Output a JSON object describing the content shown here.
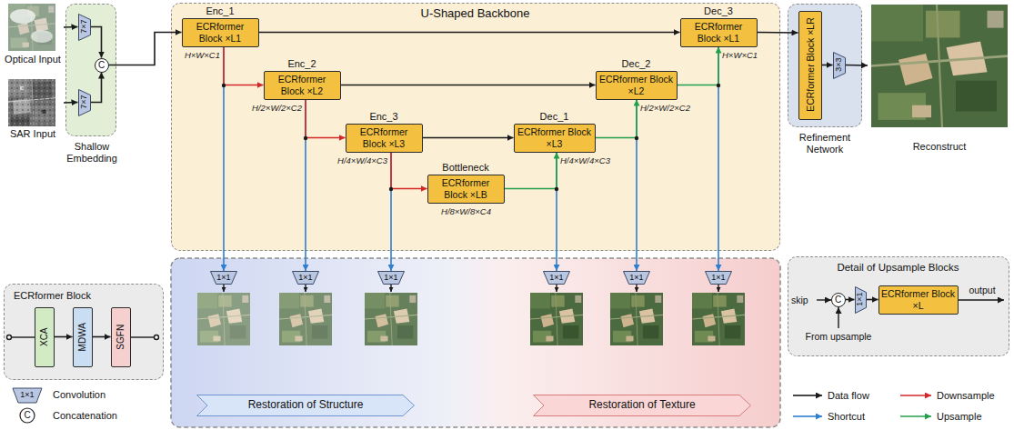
{
  "diagram": {
    "nodes": [
      {
        "text": [
          "Optical Input"
        ]
      },
      {
        "text": [
          "SAR Input"
        ]
      },
      {
        "text": [
          "Shallow Embedding"
        ]
      },
      {
        "text": [
          "7×7"
        ],
        "in": 2
      },
      {
        "text": [
          "7×7"
        ],
        "in": 2
      },
      {
        "text": [
          "C"
        ],
        "in": 2
      },
      {
        "text": [
          "U-Shaped Backbone"
        ]
      },
      {
        "text": [
          "Enc_1",
          "ECRformer Block ×L1"
        ],
        "in": 6
      },
      {
        "text": [
          "Enc_2",
          "ECRformer Block ×L2"
        ],
        "in": 6
      },
      {
        "text": [
          "Enc_3",
          "ECRformer Block ×L3"
        ],
        "in": 6
      },
      {
        "text": [
          "Bottleneck",
          "ECRformer Block ×LB"
        ],
        "in": 6
      },
      {
        "text": [
          "Dec_1",
          "ECRformer Block ×L3"
        ],
        "in": 6
      },
      {
        "text": [
          "Dec_2",
          "ECRformer Block ×L2"
        ],
        "in": 6
      },
      {
        "text": [
          "Dec_3",
          "ECRformer Block ×L1"
        ],
        "in": 6
      },
      {
        "text": [
          "Refinement Network"
        ]
      },
      {
        "text": [
          "ECRformer Block ×LR"
        ],
        "in": 14
      },
      {
        "text": [
          "3×3"
        ],
        "in": 14
      },
      {
        "text": [
          "Reconstruct"
        ]
      },
      {
        "text": [
          "ECRformer Block"
        ]
      },
      {
        "text": [
          "XCA"
        ],
        "in": 18
      },
      {
        "text": [
          "MDWA"
        ],
        "in": 18
      },
      {
        "text": [
          "SGFN"
        ],
        "in": 18
      },
      {
        "text": [
          "1×1"
        ]
      },
      {
        "text": [
          "1×1"
        ]
      },
      {
        "text": [
          "1×1"
        ]
      },
      {
        "text": [
          "1×1"
        ]
      },
      {
        "text": [
          "1×1"
        ]
      },
      {
        "text": [
          "1×1"
        ]
      },
      {
        "text": [
          "Restoration of Structure"
        ]
      },
      {
        "text": [
          "Restoration of Texture"
        ]
      },
      {
        "text": [
          "Detail of Upsample Blocks"
        ]
      },
      {
        "text": [
          "C"
        ],
        "in": 30
      },
      {
        "text": [
          "1×1"
        ],
        "in": 30
      },
      {
        "text": [
          "ECRformer Block ×L"
        ],
        "in": 30
      }
    ],
    "edges": [
      {
        "from": 0,
        "to": 3,
        "arrow": "to"
      },
      {
        "from": 1,
        "to": 4,
        "arrow": "to"
      },
      {
        "from": 3,
        "to": 5,
        "arrow": "to"
      },
      {
        "from": 4,
        "to": 5,
        "arrow": "to"
      },
      {
        "from": 5,
        "to": 7,
        "arrow": "to"
      },
      {
        "from": 7,
        "to": 22,
        "arrow": "to"
      },
      {
        "from": 8,
        "to": 23,
        "arrow": "to"
      },
      {
        "from": 9,
        "to": 24,
        "arrow": "to"
      },
      {
        "from": 11,
        "to": 25,
        "arrow": "to"
      },
      {
        "from": 12,
        "to": 26,
        "arrow": "to"
      },
      {
        "from": 13,
        "to": 27,
        "arrow": "to"
      },
      {
        "from": 7,
        "to": 13,
        "arrow": "to"
      },
      {
        "from": 8,
        "to": 12,
        "arrow": "to"
      },
      {
        "from": 9,
        "to": 11,
        "arrow": "to"
      },
      {
        "from": 7,
        "to": 8,
        "arrow": "to"
      },
      {
        "from": 8,
        "to": 9,
        "arrow": "to"
      },
      {
        "from": 9,
        "to": 10,
        "arrow": "to"
      },
      {
        "from": 10,
        "to": 11,
        "arrow": "to"
      },
      {
        "from": 11,
        "to": 12,
        "arrow": "to"
      },
      {
        "from": 12,
        "to": 13,
        "arrow": "to"
      },
      {
        "from": 13,
        "to": 15,
        "arrow": "to"
      },
      {
        "from": 15,
        "to": 16,
        "arrow": "to"
      },
      {
        "from": 16,
        "to": 17,
        "arrow": "to"
      },
      {
        "from": 19,
        "to": 20,
        "arrow": "to"
      },
      {
        "from": 20,
        "to": 21,
        "arrow": "to"
      },
      {
        "from": 31,
        "to": 32,
        "arrow": "to"
      },
      {
        "from": 32,
        "to": 33,
        "arrow": "to"
      }
    ],
    "labels": [
      "H×W×C1",
      "H/2×W/2×C2",
      "H/4×W/4×C3",
      "H/8×W/8×C4",
      "H/4×W/4×C3",
      "H/2×W/2×C2",
      "H×W×C1",
      "skip",
      "From upsample",
      "output",
      "1×1",
      "C"
    ],
    "legend": [
      {
        "text": "Convolution"
      },
      {
        "text": "Concatenation"
      },
      {
        "text": "Data flow"
      },
      {
        "text": "Downsample"
      },
      {
        "text": "Shortcut"
      },
      {
        "text": "Upsample"
      }
    ]
  }
}
